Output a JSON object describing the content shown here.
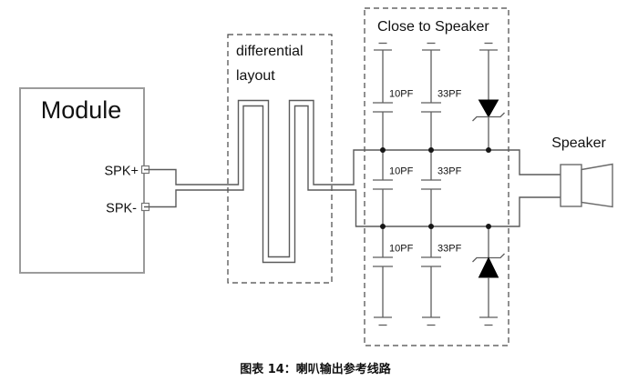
{
  "colors": {
    "wire": "#5a5a5a",
    "component": "#5e5e5e",
    "box-border": "#9b9b9b",
    "dashed": "#474747",
    "text": "#111111",
    "diode": "#000000"
  },
  "module": {
    "title": "Module",
    "pin_plus": "SPK+",
    "pin_minus": "SPK-"
  },
  "differential_box": {
    "line1": "differential",
    "line2": "layout"
  },
  "close_box": {
    "title": "Close to Speaker",
    "cap_rows": [
      {
        "c1": "10PF",
        "c2": "33PF"
      },
      {
        "c1": "10PF",
        "c2": "33PF"
      },
      {
        "c1": "10PF",
        "c2": "33PF"
      }
    ]
  },
  "speaker": {
    "label": "Speaker"
  },
  "caption": "图表  14：喇叭输出参考线路"
}
